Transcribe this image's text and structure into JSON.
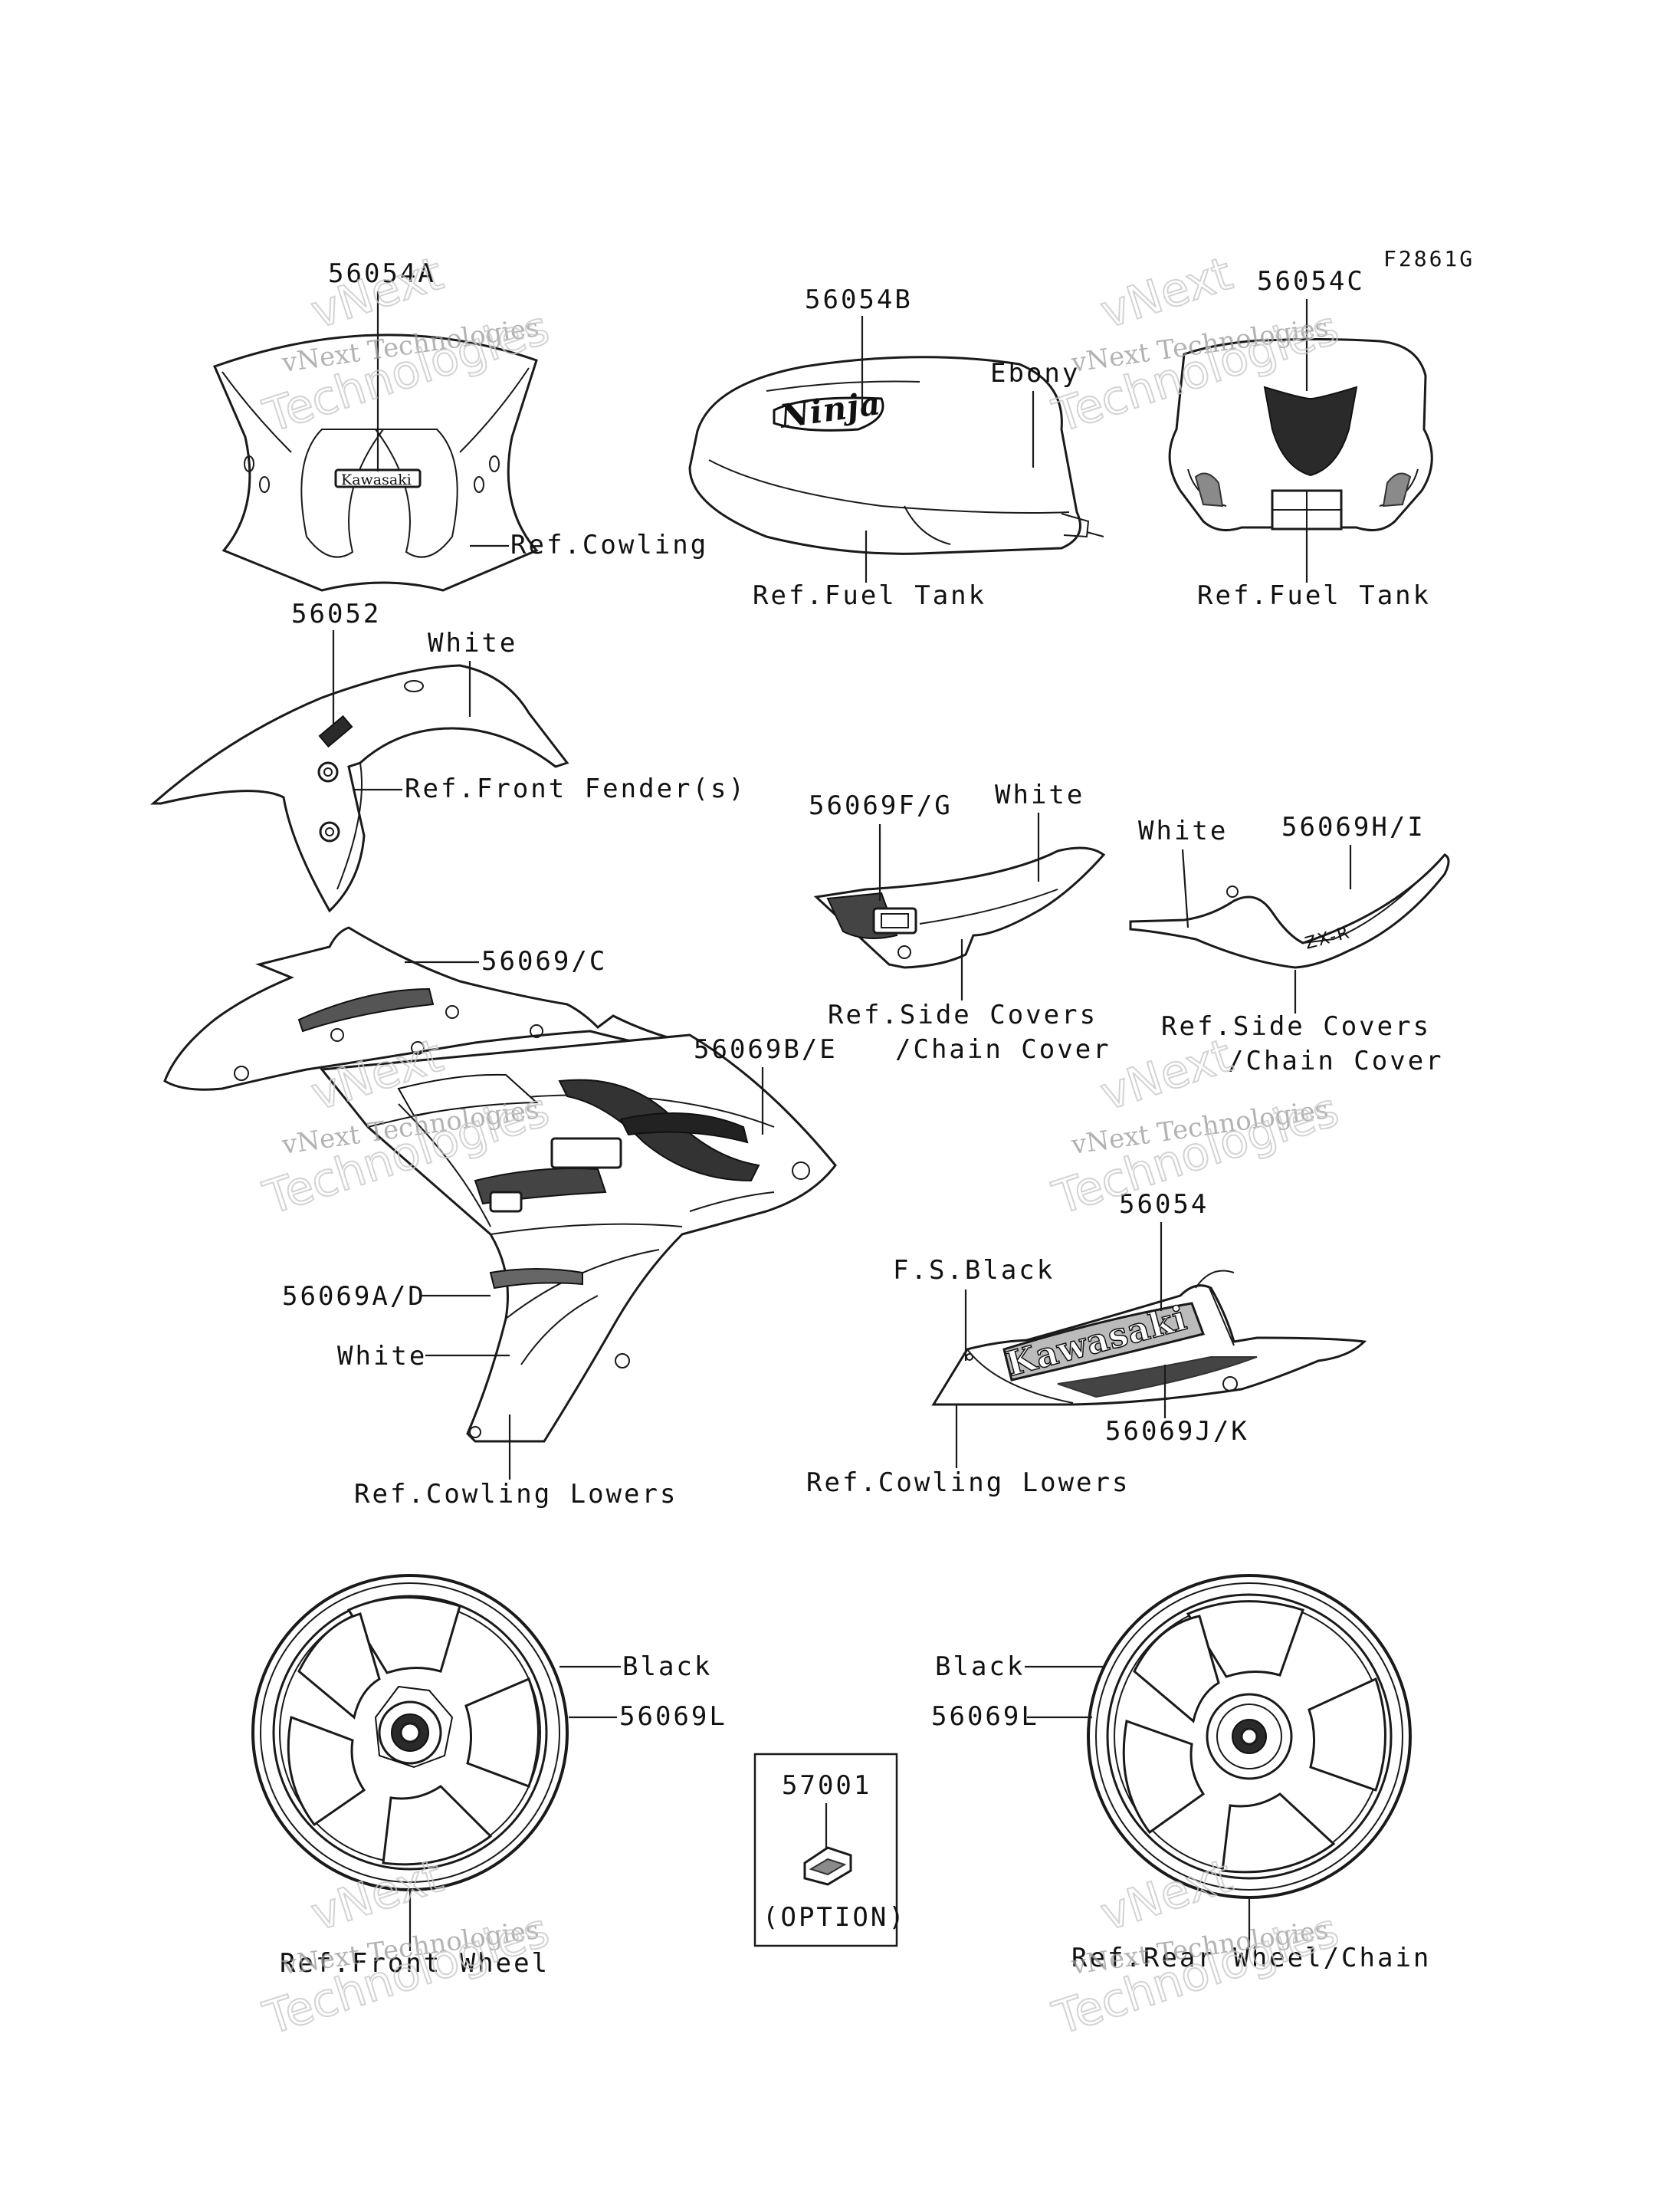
{
  "figure_code": "F2861G",
  "callouts": {
    "p56054a": "56054A",
    "ref_cowling": "Ref.Cowling",
    "p56054b": "56054B",
    "ebony": "Ebony",
    "ref_fuel_tank_1": "Ref.Fuel Tank",
    "p56054c": "56054C",
    "ref_fuel_tank_2": "Ref.Fuel Tank",
    "p56052": "56052",
    "white_fender": "White",
    "ref_front_fender": "Ref.Front Fender(s)",
    "p56069fg": "56069F/G",
    "white_side_l": "White",
    "ref_side_covers_l1": "Ref.Side Covers",
    "ref_side_covers_l2": "/Chain Cover",
    "white_side_r": "White",
    "p56069hi": "56069H/I",
    "ref_side_covers_r1": "Ref.Side Covers",
    "ref_side_covers_r2": "/Chain Cover",
    "p56069c": "56069/C",
    "p56069be": "56069B/E",
    "p56069ad": "56069A/D",
    "white_cowl": "White",
    "ref_cowling_lowers_l": "Ref.Cowling Lowers",
    "p56054": "56054",
    "fs_black": "F.S.Black",
    "p56069jk": "56069J/K",
    "ref_cowling_lowers_r": "Ref.Cowling Lowers",
    "black_front": "Black",
    "p56069l_front": "56069L",
    "ref_front_wheel": "Ref.Front Wheel",
    "p57001": "57001",
    "option": "(OPTION)",
    "black_rear": "Black",
    "p56069l_rear": "56069L",
    "ref_rear_wheel": "Ref.Rear Wheel/Chain"
  },
  "decal_text": {
    "ninja": "Ninja",
    "kawasaki_small": "Kawasaki",
    "kawasaki_large": "Kawasaki"
  },
  "watermark": {
    "line1": "vNext Technologies",
    "line2": "vNext",
    "line3": "Technologies"
  }
}
